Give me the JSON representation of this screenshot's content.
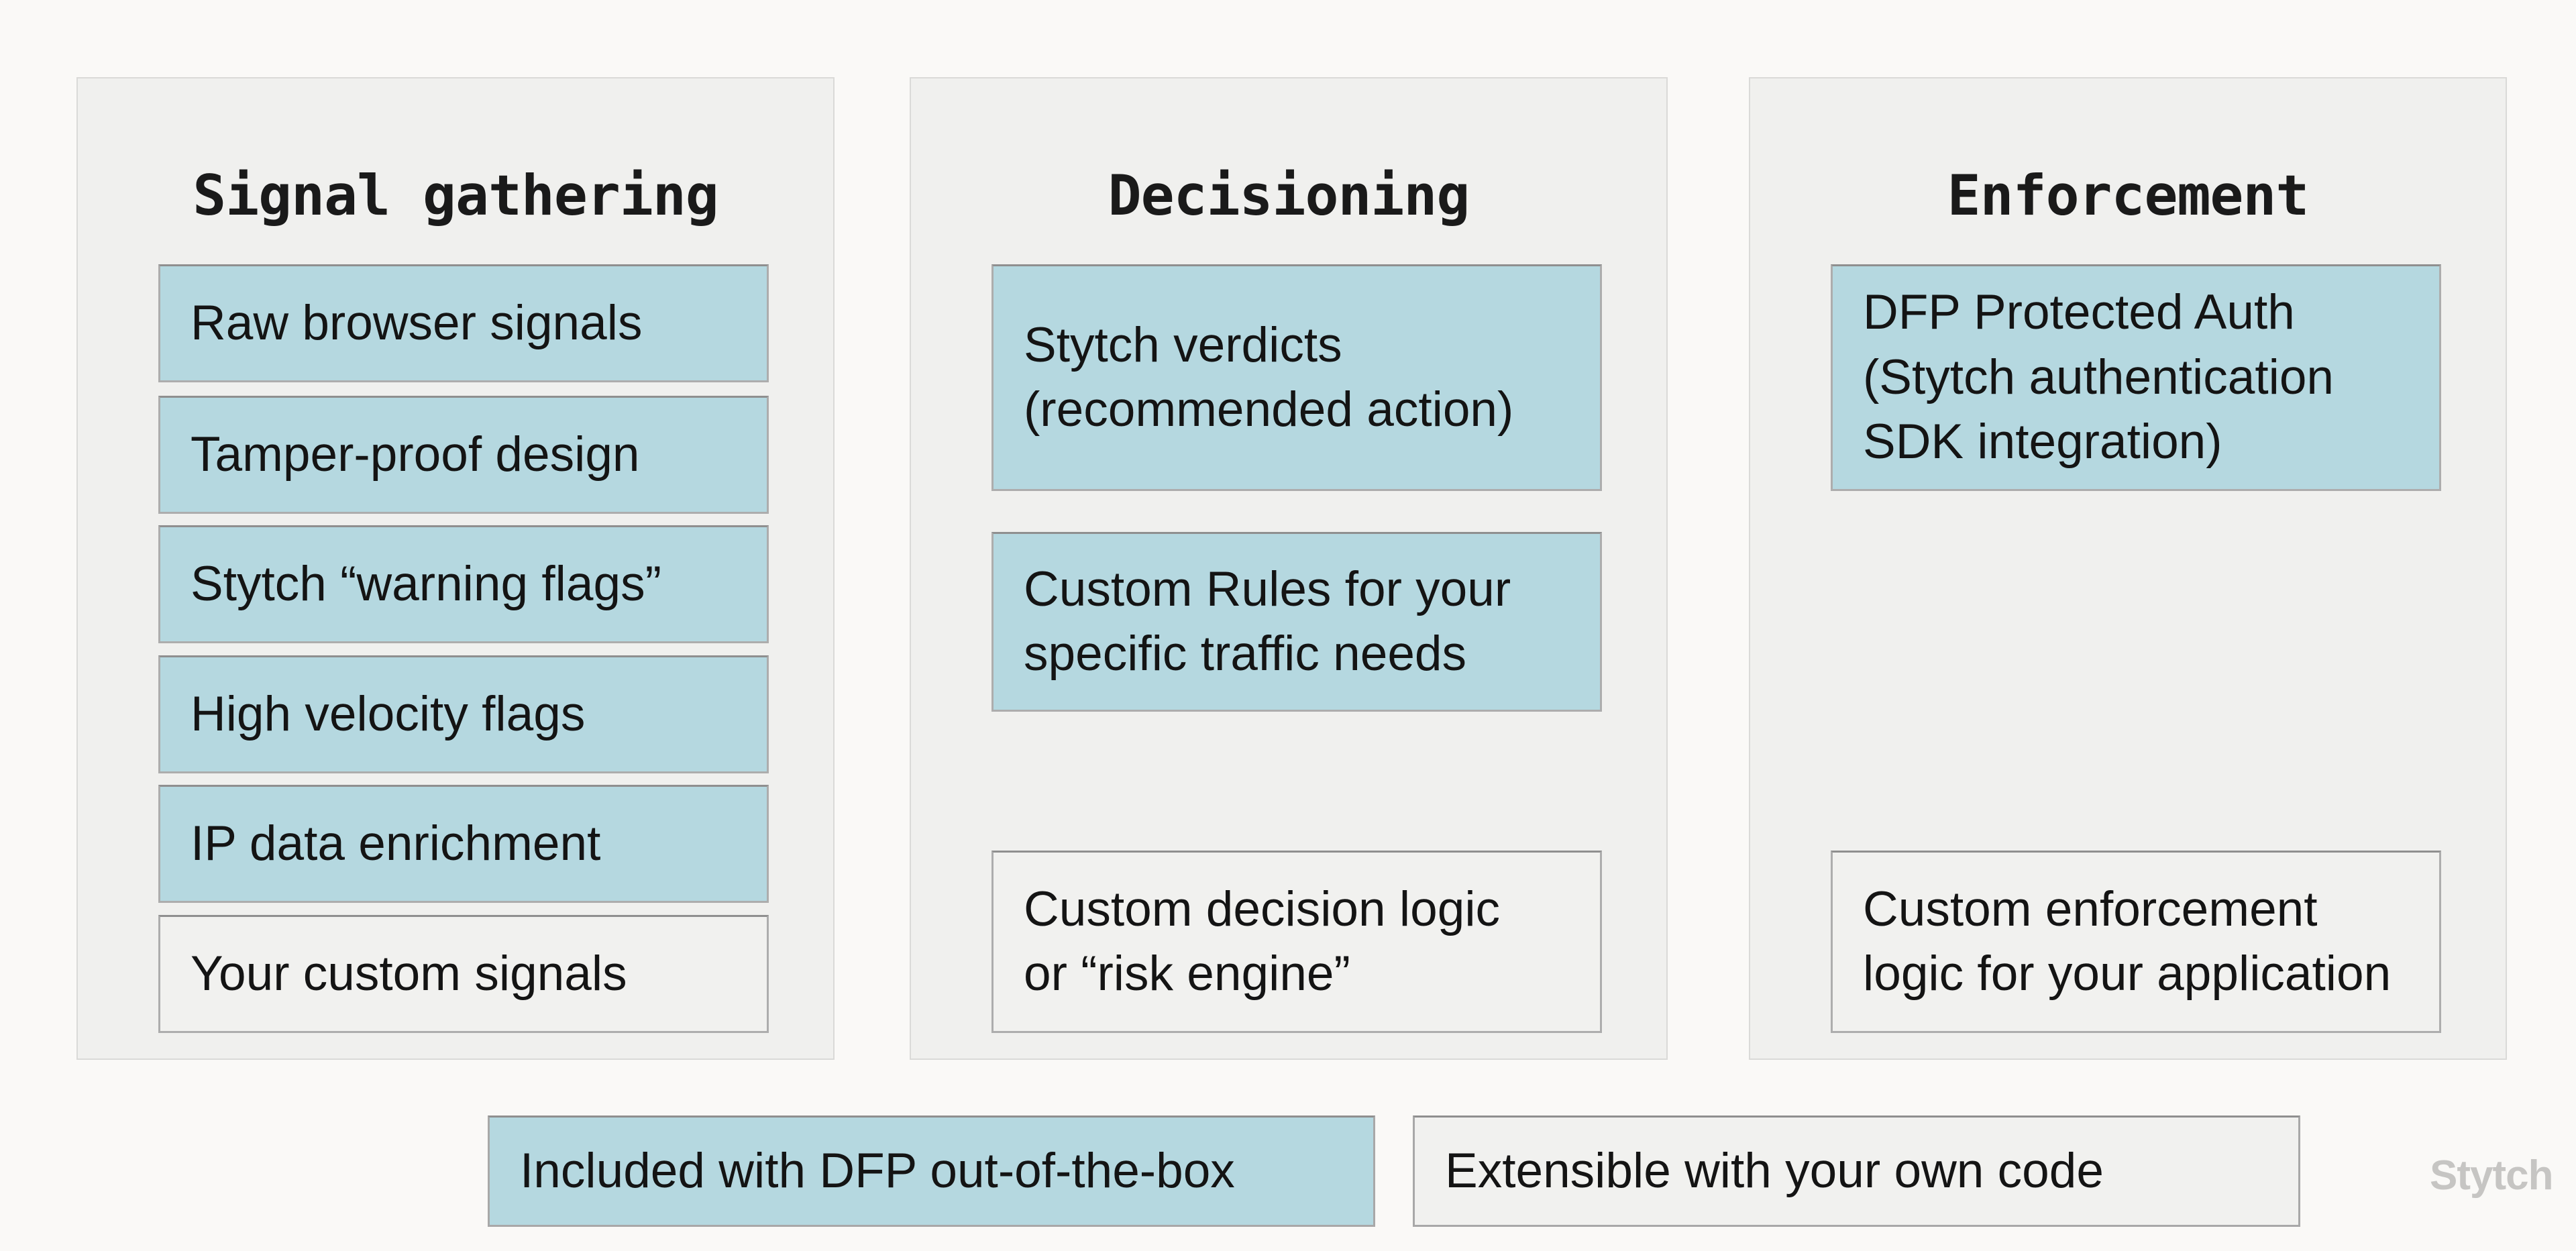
{
  "colors": {
    "page_background": "#faf9f7",
    "panel_background": "#f0f0ee",
    "panel_border": "#dadad8",
    "included_fill": "#b5d8e0",
    "extensible_fill": "#f1f1ef",
    "box_border": "#a8a8a8",
    "text": "#141414",
    "watermark_text": "#c6c5c3"
  },
  "columns": [
    {
      "title": "Signal gathering",
      "boxes": [
        {
          "label": "Raw browser signals",
          "variant": "included"
        },
        {
          "label": "Tamper-proof design",
          "variant": "included"
        },
        {
          "label": "Stytch “warning flags”",
          "variant": "included"
        },
        {
          "label": "High velocity flags",
          "variant": "included"
        },
        {
          "label": "IP data enrichment",
          "variant": "included"
        },
        {
          "label": "Your custom signals",
          "variant": "extensible"
        }
      ]
    },
    {
      "title": "Decisioning",
      "boxes": [
        {
          "label": "Stytch verdicts\n(recommended action)",
          "variant": "included"
        },
        {
          "label": "Custom Rules for your\nspecific traffic needs",
          "variant": "included"
        },
        {
          "label": "Custom decision logic\nor “risk engine”",
          "variant": "extensible"
        }
      ]
    },
    {
      "title": "Enforcement",
      "boxes": [
        {
          "label": "DFP Protected Auth\n(Stytch authentication\nSDK integration)",
          "variant": "included"
        },
        {
          "label": "Custom enforcement\nlogic for your application",
          "variant": "extensible"
        }
      ]
    }
  ],
  "legend": {
    "included_label": "Included with DFP out-of-the-box",
    "extensible_label": "Extensible with your own code"
  },
  "watermark": "Stytch"
}
